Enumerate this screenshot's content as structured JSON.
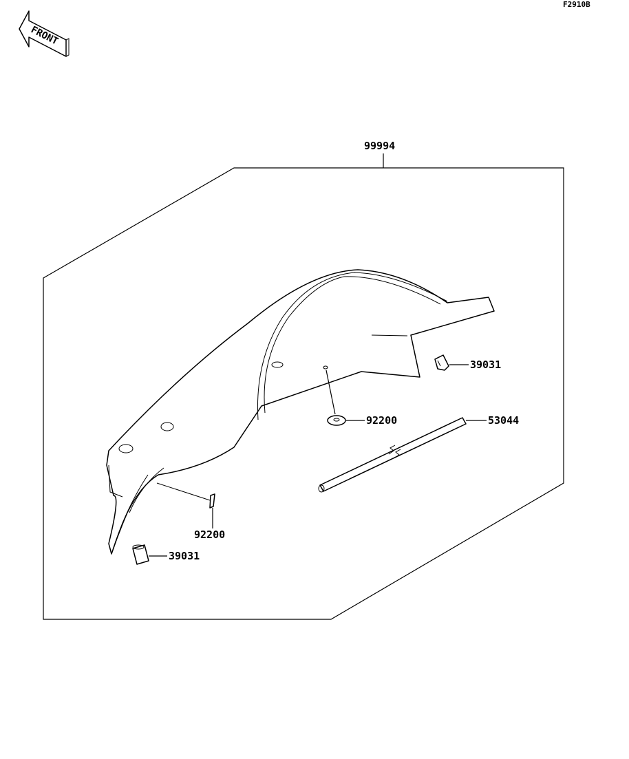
{
  "diagram": {
    "figure_code": "F2910B",
    "front_label": "FRONT",
    "kit_callout": "99994",
    "callouts": [
      {
        "id": "clip-right",
        "part_number": "39031"
      },
      {
        "id": "grommet-center",
        "part_number": "92200"
      },
      {
        "id": "rod",
        "part_number": "53044"
      },
      {
        "id": "grommet-lower",
        "part_number": "92200"
      },
      {
        "id": "clip-lower",
        "part_number": "39031"
      }
    ]
  }
}
